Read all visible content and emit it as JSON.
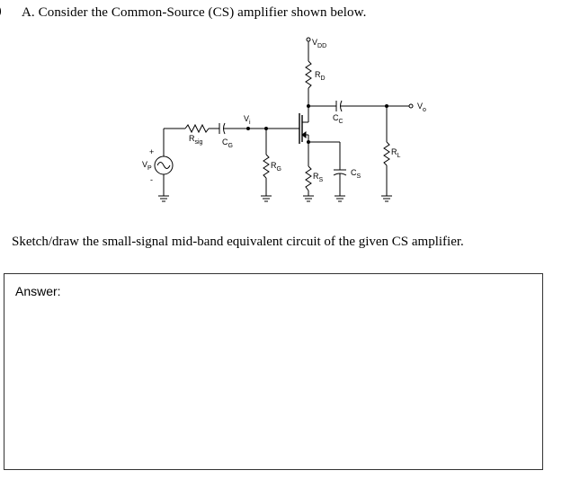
{
  "question": {
    "marker": ")",
    "text": "A. Consider the Common-Source (CS) amplifier shown below."
  },
  "circuit": {
    "labels": {
      "vdd_main": "V",
      "vdd_sub": "DD",
      "rd_main": "R",
      "rd_sub": "D",
      "cc_main": "C",
      "cc_sub": "C",
      "vo_main": "V",
      "vo_sub": "o",
      "vi_main": "V",
      "vi_sub": "i",
      "rsig_main": "R",
      "rsig_sub": "sig",
      "cg_main": "C",
      "cg_sub": "G",
      "rg_main": "R",
      "rg_sub": "G",
      "rs_main": "R",
      "rs_sub": "S",
      "cs_main": "C",
      "cs_sub": "S",
      "rl_main": "R",
      "rl_sub": "L",
      "vp_main": "V",
      "vp_sub": "P",
      "plus": "+",
      "minus": "-"
    }
  },
  "instruction": "Sketch/draw the small-signal mid-band equivalent circuit of the given CS amplifier.",
  "answer": {
    "label": "Answer:"
  }
}
